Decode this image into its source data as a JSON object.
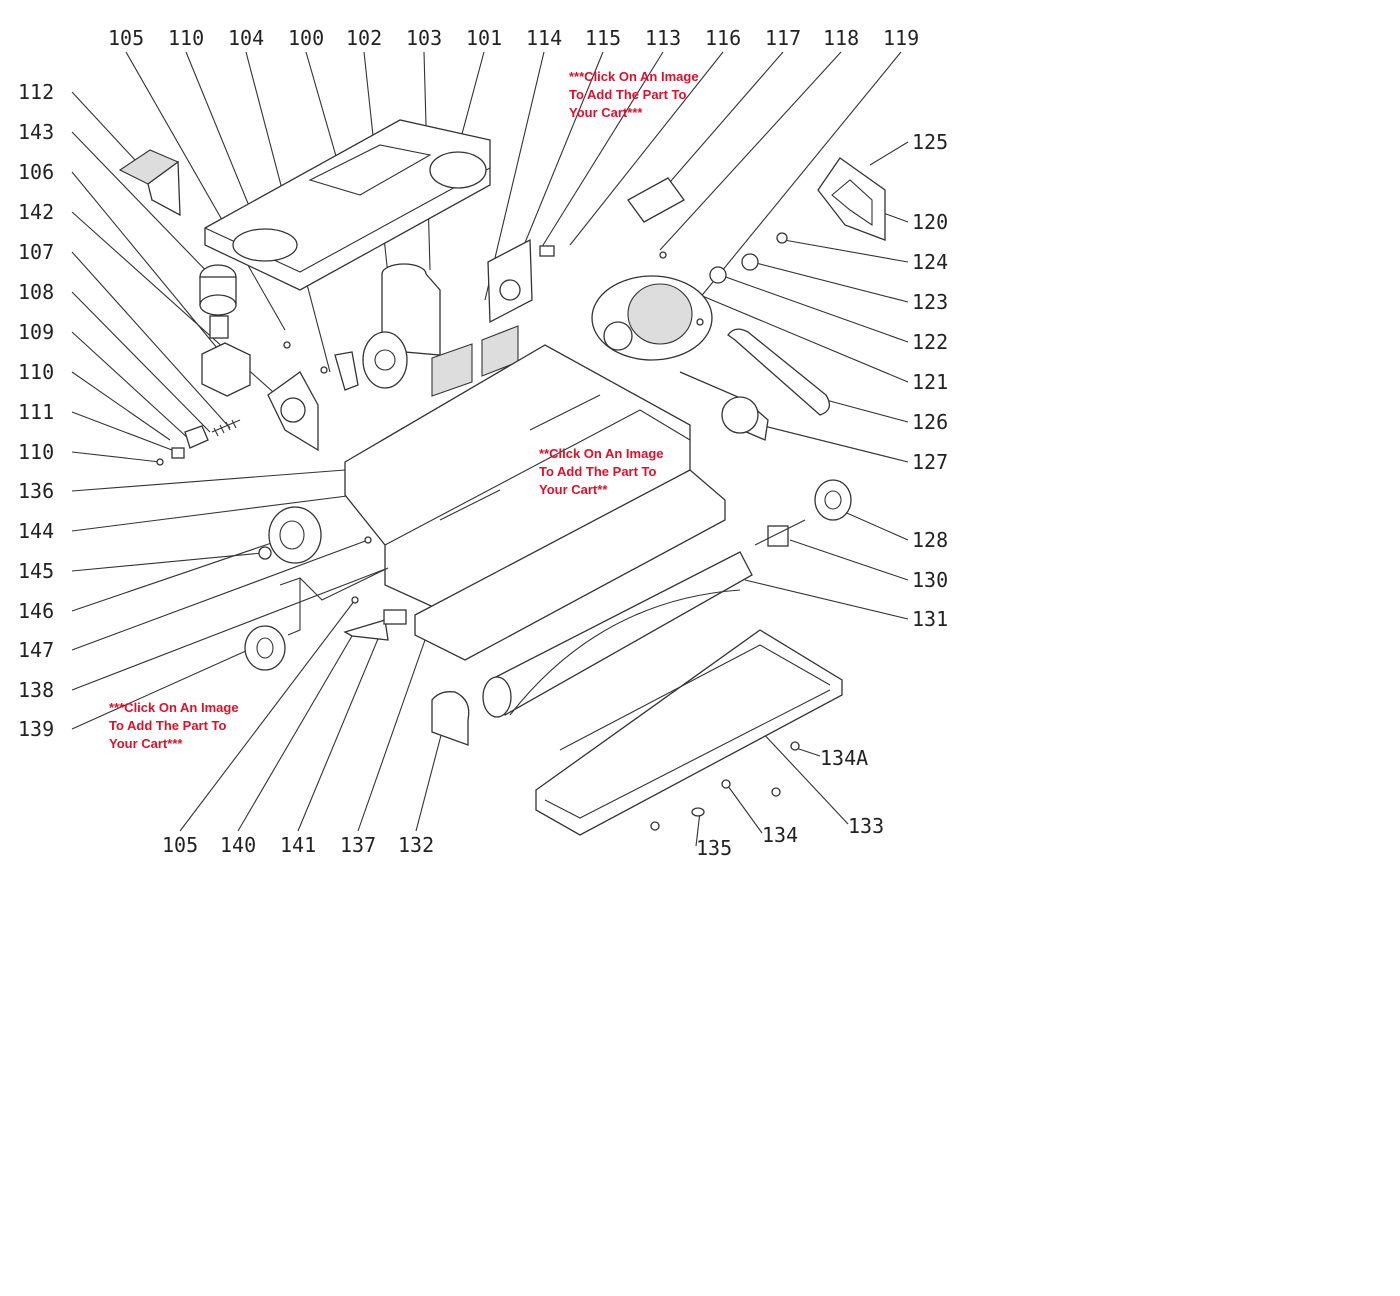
{
  "notes": {
    "top": "***Click On An Image\nTo Add The Part To\nYour Cart***",
    "middle": "**Click On An Image\nTo Add The Part To\nYour Cart**",
    "bottom": "***Click On An Image\nTo Add The Part To\nYour Cart***"
  },
  "labels": {
    "top": [
      "105",
      "110",
      "104",
      "100",
      "102",
      "103",
      "101",
      "114",
      "115",
      "113",
      "116",
      "117",
      "118",
      "119"
    ],
    "left": [
      "112",
      "143",
      "106",
      "142",
      "107",
      "108",
      "109",
      "110",
      "111",
      "110",
      "136",
      "144",
      "145",
      "146",
      "147",
      "138",
      "139"
    ],
    "right": [
      "125",
      "120",
      "124",
      "123",
      "122",
      "121",
      "126",
      "127",
      "128",
      "130",
      "131"
    ],
    "bottom": [
      "105",
      "140",
      "141",
      "137",
      "132"
    ],
    "tray": [
      "134A",
      "133",
      "134",
      "135"
    ]
  }
}
